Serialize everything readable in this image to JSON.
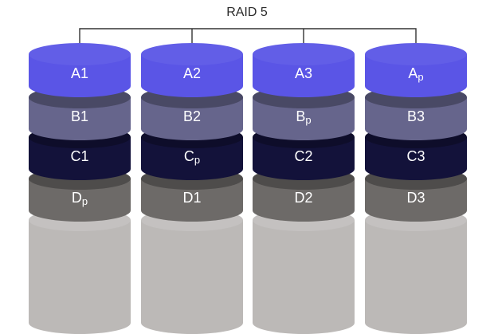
{
  "title": "RAID 5",
  "colors": {
    "A": "#5a55e6",
    "B": "#66658c",
    "C": "#13123a",
    "D": "#6d6a68",
    "empty": "#bcb9b7",
    "text_light": "#ffffff",
    "line": "#333333"
  },
  "disks": [
    {
      "blocks": [
        {
          "row": "A",
          "label": "A",
          "sub": "1"
        },
        {
          "row": "B",
          "label": "B",
          "sub": "1"
        },
        {
          "row": "C",
          "label": "C",
          "sub": "1"
        },
        {
          "row": "D",
          "label": "D",
          "sub": "p",
          "parity": true
        }
      ]
    },
    {
      "blocks": [
        {
          "row": "A",
          "label": "A",
          "sub": "2"
        },
        {
          "row": "B",
          "label": "B",
          "sub": "2"
        },
        {
          "row": "C",
          "label": "C",
          "sub": "p",
          "parity": true
        },
        {
          "row": "D",
          "label": "D",
          "sub": "1"
        }
      ]
    },
    {
      "blocks": [
        {
          "row": "A",
          "label": "A",
          "sub": "3"
        },
        {
          "row": "B",
          "label": "B",
          "sub": "p",
          "parity": true
        },
        {
          "row": "C",
          "label": "C",
          "sub": "2"
        },
        {
          "row": "D",
          "label": "D",
          "sub": "2"
        }
      ]
    },
    {
      "blocks": [
        {
          "row": "A",
          "label": "A",
          "sub": "p",
          "parity": true
        },
        {
          "row": "B",
          "label": "B",
          "sub": "3"
        },
        {
          "row": "C",
          "label": "C",
          "sub": "3"
        },
        {
          "row": "D",
          "label": "D",
          "sub": "3"
        }
      ]
    }
  ]
}
